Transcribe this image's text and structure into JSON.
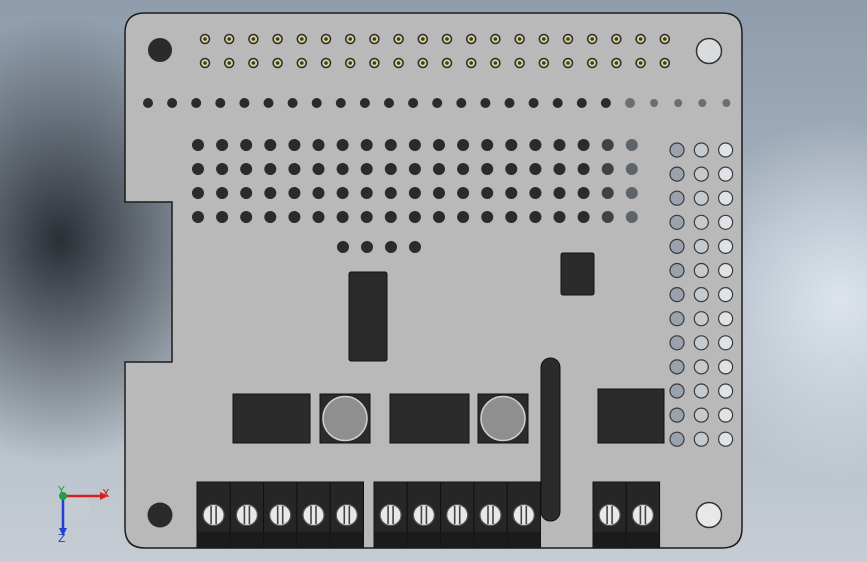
{
  "triad": {
    "x_label": "X",
    "y_label": "Y",
    "z_label": "Z"
  },
  "colors": {
    "board": "#b9b9b9",
    "board_outline": "#1c1c1c",
    "component_dark": "#2b2b2b",
    "header_pin": "#d8cf90",
    "axis_x": "#d42020",
    "axis_y": "#20a040",
    "axis_z": "#2040d0"
  },
  "icons": {
    "triad": "coordinate-triad-icon"
  }
}
